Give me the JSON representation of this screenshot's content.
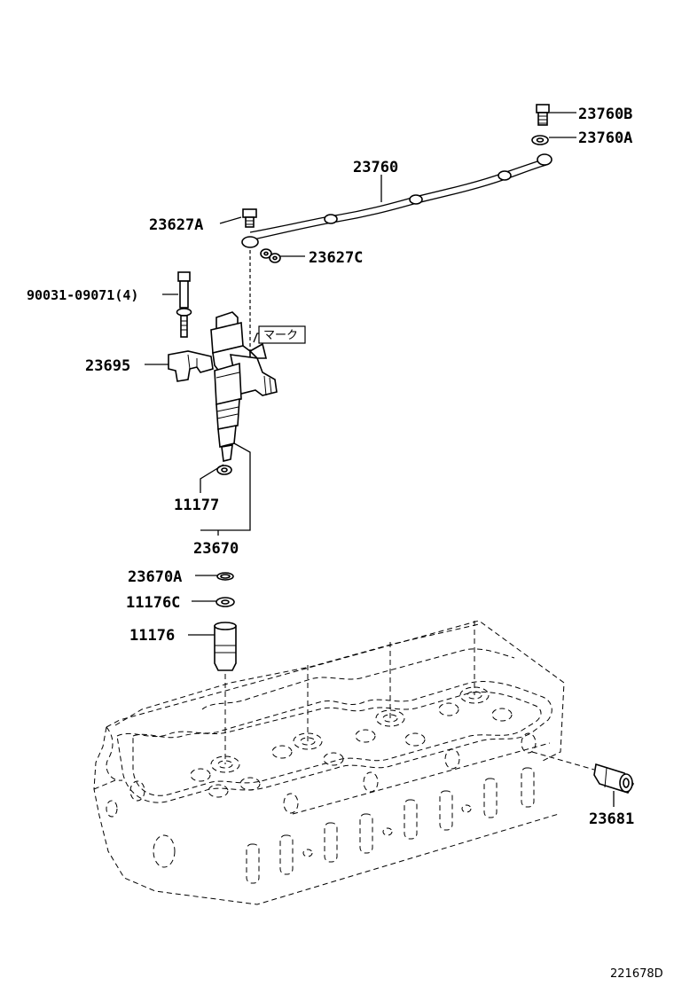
{
  "diagram": {
    "labels": {
      "p23760B": "23760B",
      "p23760A": "23760A",
      "p23760": "23760",
      "p23627A": "23627A",
      "p23627C": "23627C",
      "p90031": "90031-09071(4)",
      "p23695": "23695",
      "mark": "マーク",
      "p11177": "11177",
      "p23670": "23670",
      "p23670A": "23670A",
      "p11176C": "11176C",
      "p11176": "11176",
      "p23681": "23681"
    },
    "figure_code": "221678D"
  }
}
